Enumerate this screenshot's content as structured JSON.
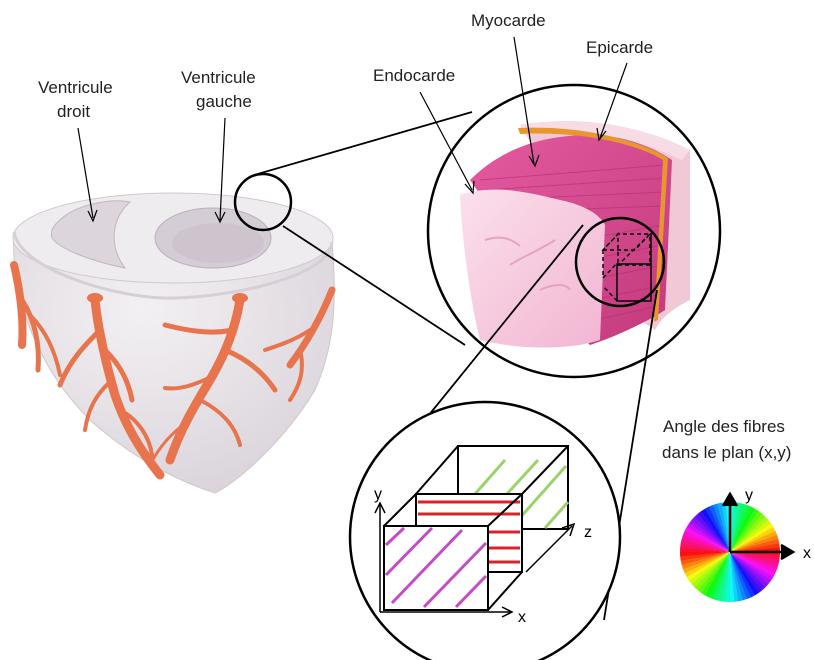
{
  "labels": {
    "ventricule_droit_1": "Ventricule",
    "ventricule_droit_2": "droit",
    "ventricule_gauche_1": "Ventricule",
    "ventricule_gauche_2": "gauche",
    "endocarde": "Endocarde",
    "myocarde": "Myocarde",
    "epicarde": "Epicarde",
    "angle_title_1": "Angle des fibres",
    "angle_title_2": "dans le plan (x,y)"
  },
  "axes": {
    "cube_y": "y",
    "cube_x": "x",
    "cube_z": "z",
    "wheel_y": "y",
    "wheel_x": "x"
  },
  "colors": {
    "heart_surface": "#ece8ec",
    "heart_shadow": "#dcd7dc",
    "coronary": "#e8744e",
    "myocardium": "#d94d8f",
    "endocardium": "#f6c6dc",
    "epicardium_band": "#e8962e",
    "fiber_green": "#9ad36a",
    "fiber_red": "#d8232a",
    "fiber_magenta": "#c34bc6"
  }
}
